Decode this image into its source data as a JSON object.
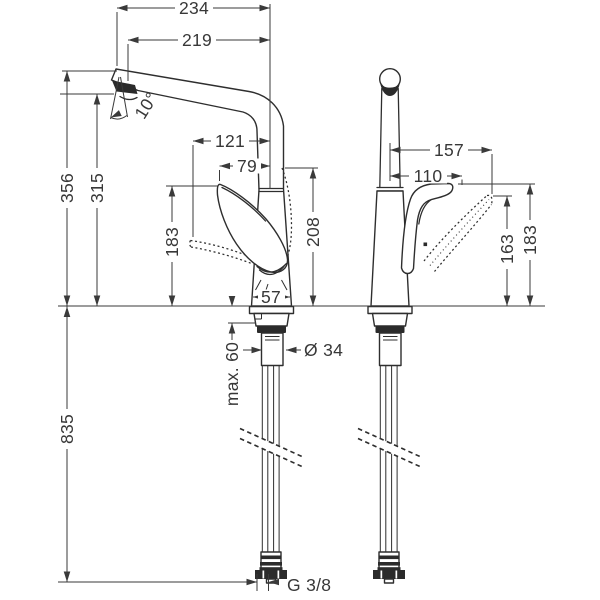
{
  "drawing": {
    "kind": "faucet-installation-dimension-drawing",
    "background": "#ffffff",
    "line_color": "#2e2e2e",
    "dimension_color": "#3a3a3a"
  },
  "dimensions": {
    "side_view": {
      "total_reach": "234",
      "spout_reach": "219",
      "spout_angle": "10°",
      "handle_reach_open": "121",
      "handle_reach_upright": "79",
      "total_height": "356",
      "outlet_height": "315",
      "handle_tip_height": "183",
      "clearance_under_spout": "208",
      "base_width": "57"
    },
    "front_view": {
      "handle_reach_tilted": "157",
      "handle_reach_upright": "110",
      "handle_height_tilted": "163",
      "handle_height_upright": "183"
    },
    "installation": {
      "max_counter_thickness": "max. 60",
      "shank_diameter": "Ø 34",
      "hose_length": "835",
      "thread_size": "G 3/8"
    }
  }
}
